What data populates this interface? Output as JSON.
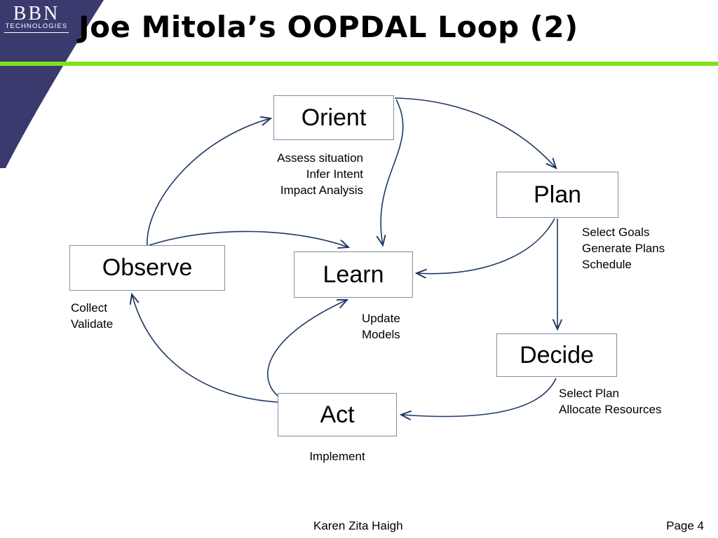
{
  "slide": {
    "title": "Joe Mitola’s OOPDAL Loop (2)",
    "accent_green": "#80e01a",
    "brand_navy": "#3a3a6e",
    "arrow_color": "#1f3864",
    "box_border": "#7f8daa"
  },
  "logo": {
    "name": "BBN",
    "subtitle": "TECHNOLOGIES"
  },
  "diagram": {
    "nodes": [
      {
        "id": "orient",
        "label": "Orient",
        "caption": "Assess situation\nInfer Intent\nImpact Analysis"
      },
      {
        "id": "plan",
        "label": "Plan",
        "caption": "Select Goals\nGenerate Plans\nSchedule"
      },
      {
        "id": "observe",
        "label": "Observe",
        "caption": "Collect\nValidate"
      },
      {
        "id": "learn",
        "label": "Learn",
        "caption": "Update\nModels"
      },
      {
        "id": "decide",
        "label": "Decide",
        "caption": "Select Plan\nAllocate Resources"
      },
      {
        "id": "act",
        "label": "Act",
        "caption": "Implement"
      }
    ],
    "edges": [
      {
        "from": "observe",
        "to": "orient"
      },
      {
        "from": "observe",
        "to": "learn"
      },
      {
        "from": "orient",
        "to": "plan"
      },
      {
        "from": "orient",
        "to": "learn"
      },
      {
        "from": "plan",
        "to": "learn"
      },
      {
        "from": "plan",
        "to": "decide"
      },
      {
        "from": "decide",
        "to": "act"
      },
      {
        "from": "act",
        "to": "learn"
      },
      {
        "from": "act",
        "to": "observe"
      }
    ]
  },
  "footer": {
    "author": "Karen Zita Haigh",
    "page": "Page 4"
  }
}
